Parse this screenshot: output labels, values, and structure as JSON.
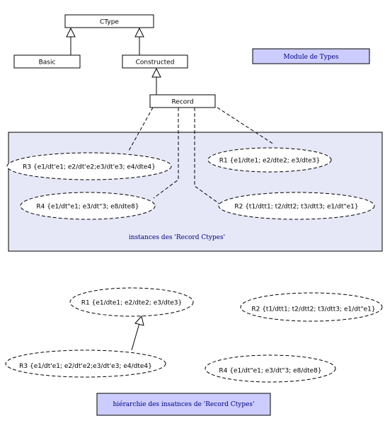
{
  "colors": {
    "line": "#000000",
    "panel_fill": "#e6e8f8",
    "label_box_fill": "#ccccff",
    "label_text": "#000080"
  },
  "classes": {
    "ctype": "CType",
    "basic": "Basic",
    "constructed": "Constructed",
    "record": "Record"
  },
  "module_label": "Module de Types",
  "instances_panel_label": "instances des 'Record Ctypes'",
  "instances": {
    "r1": "R1 {e1/dte1; e2/dte2; e3/dte3}",
    "r2": "R2 {t1/dtt1; t2/dtt2; t3/dtt3; e1/dt\"e1}",
    "r3": "R3 {e1/dt'e1; e2/dt'e2;e3/dt'e3; e4/dte4}",
    "r4": "R4 {e1/dt\"e1; e3/dt\"3; e8/dte8}"
  },
  "hierarchy": {
    "r1": "R1 {e1/dte1; e2/dte2; e3/dte3}",
    "r2": "R2 {t1/dtt1; t2/dtt2; t3/dtt3; e1/dt\"e1}",
    "r3": "R3 {e1/dt'e1; e2/dt'e2;e3/dt'e3; e4/dte4}",
    "r4": "R4 {e1/dt\"e1; e3/dt\"3; e8/dte8}"
  },
  "hierarchy_label": "hiérarchie des insatnces de 'Record Ctypes'"
}
